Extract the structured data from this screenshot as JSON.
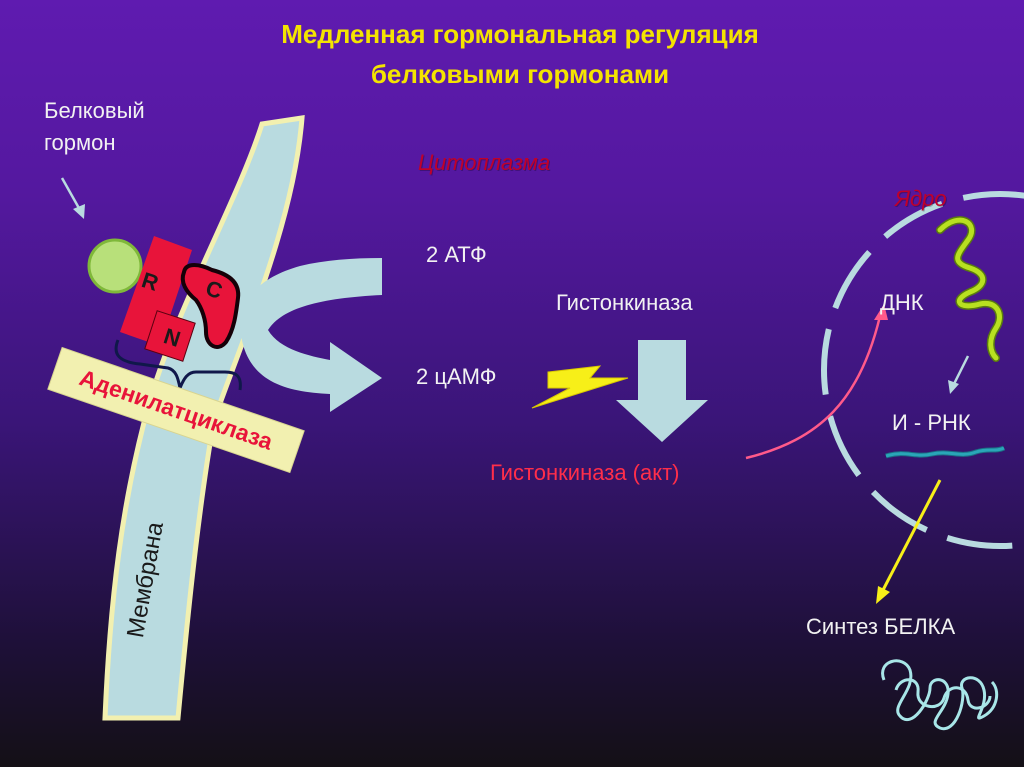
{
  "title": {
    "line1": "Медленная гормональная регуляция",
    "line2": "белковыми гормонами"
  },
  "labels": {
    "hormone_line1": "Белковый",
    "hormone_line2": "гормон",
    "cytoplasm": "Цитоплазма",
    "nucleus": "Ядро",
    "atp": "2 АТФ",
    "camp": "2 цАМФ",
    "histone_kinase": "Гистонкиназа",
    "histone_kinase_active": "Гистонкиназа (акт)",
    "dna": "ДНК",
    "mrna": "И - РНК",
    "protein_synthesis": "Синтез БЕЛКА",
    "adenylate_cyclase": "Аденилатциклаза",
    "membrane": "Мембрана",
    "subunit_r": "R",
    "subunit_c": "C",
    "subunit_n": "N"
  },
  "colors": {
    "title": "#f4e400",
    "membrane": "#b9dbe0",
    "membrane_outline": "#f2f0b0",
    "receptor": "#e8143a",
    "hormone": "#b8e07a",
    "dna": "#b8e020",
    "mrna": "#2aa6b8",
    "bolt": "#f7ef18",
    "arrow": "#b9dbe0"
  }
}
